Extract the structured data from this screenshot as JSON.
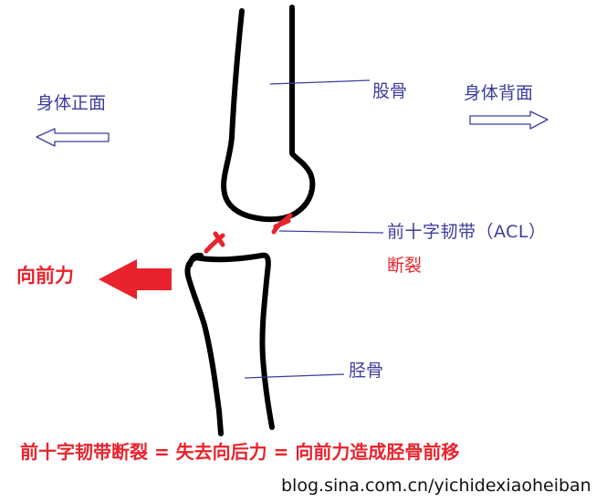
{
  "labels": {
    "front": "身体正面",
    "back": "身体背面",
    "femur": "股骨",
    "acl": "前十字韧带（ACL）",
    "tear": "断裂",
    "forward_force": "向前力",
    "tibia": "胫骨",
    "formula": "前十字韧带断裂 = 失去向后力 = 向前力造成胫骨前移",
    "watermark": "blog.sina.com.cn/yichidexiaoheiban"
  },
  "colors": {
    "text_blue": "#3d3d9e",
    "accent_red": "#e8232d",
    "bone_outline": "#000000",
    "pointer_line": "#3d3d9e"
  },
  "icons": {
    "left_arrow": "outline-arrow-left-icon",
    "right_arrow": "outline-arrow-right-icon",
    "force_arrow": "solid-arrow-left-icon"
  }
}
